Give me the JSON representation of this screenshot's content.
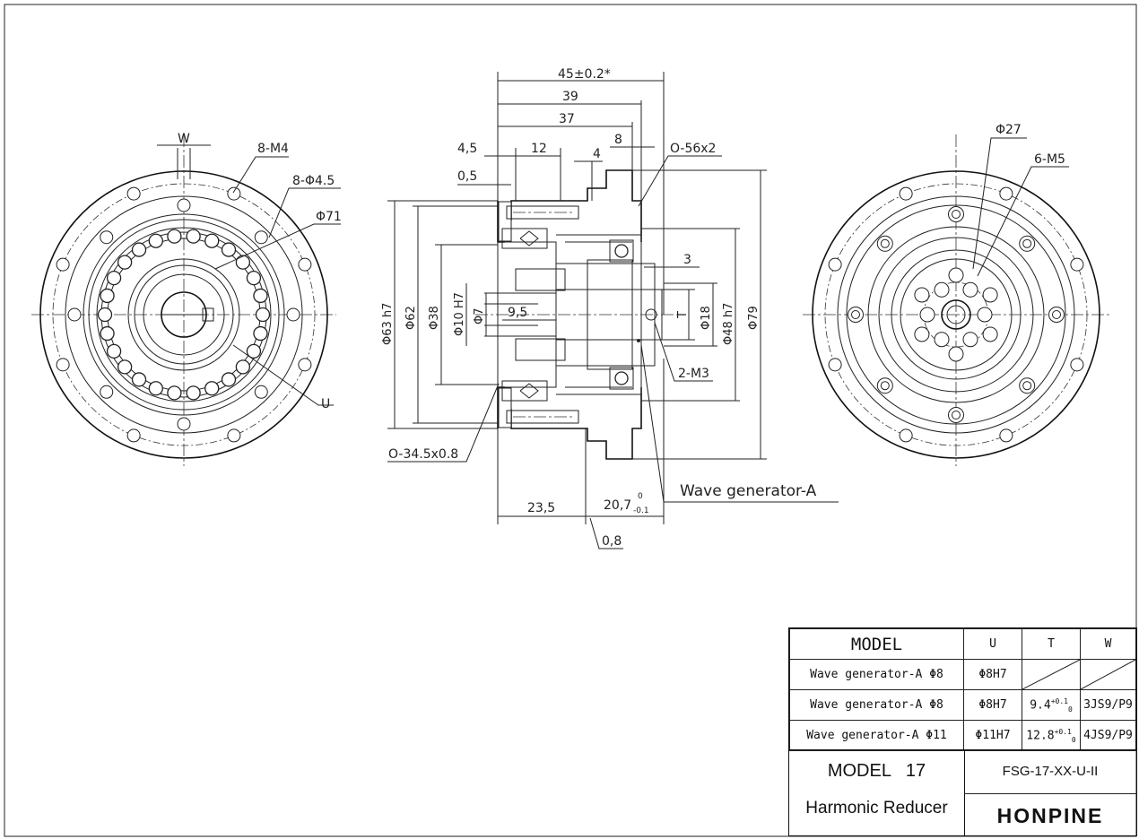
{
  "labels": {
    "w": "W",
    "m4": "8-M4",
    "phi45": "8-Φ4.5",
    "phi71": "Φ71",
    "u": "U",
    "len45": "45±0.2*",
    "len39": "39",
    "len37": "37",
    "len8": "8",
    "len4_5": "4,5",
    "len12": "12",
    "len4": "4",
    "len0_5": "0,5",
    "oring56": "O-56x2",
    "len3": "3",
    "d63": "Φ63 h7",
    "d62": "Φ62",
    "d38": "Φ38",
    "d10": "Φ10 H7",
    "d7": "Φ7",
    "len9_5": "9,5",
    "t": "T",
    "d18": "Φ18",
    "d48": "Φ48 h7",
    "d79": "Φ79",
    "m3": "2-M3",
    "oring34": "O-34.5x0.8",
    "len23_5": "23,5",
    "len20_7": "20,7",
    "tol20_7_up": "0",
    "tol20_7_dn": "-0.1",
    "len0_8": "0,8",
    "wavegen": "Wave generator-A",
    "d27": "Φ27",
    "m5": "6-M5"
  },
  "table": {
    "header": [
      "MODEL",
      "U",
      "T",
      "W"
    ],
    "rows": [
      {
        "model": "Wave generator-A Φ8",
        "u": "Φ8H7",
        "t": "",
        "w": ""
      },
      {
        "model": "Wave generator-A Φ8",
        "u": "Φ8H7",
        "t": "9.4",
        "t_tol": "+0.1 / 0",
        "w": "3JS9/P9"
      },
      {
        "model": "Wave generator-A Φ11",
        "u": "Φ11H7",
        "t": "12.8",
        "t_tol": "+0.1 / 0",
        "w": "4JS9/P9"
      }
    ],
    "model_label": "MODEL   17",
    "description": "Harmonic Reducer",
    "code": "FSG-17-XX-U-II",
    "logo": "HONPINE"
  }
}
